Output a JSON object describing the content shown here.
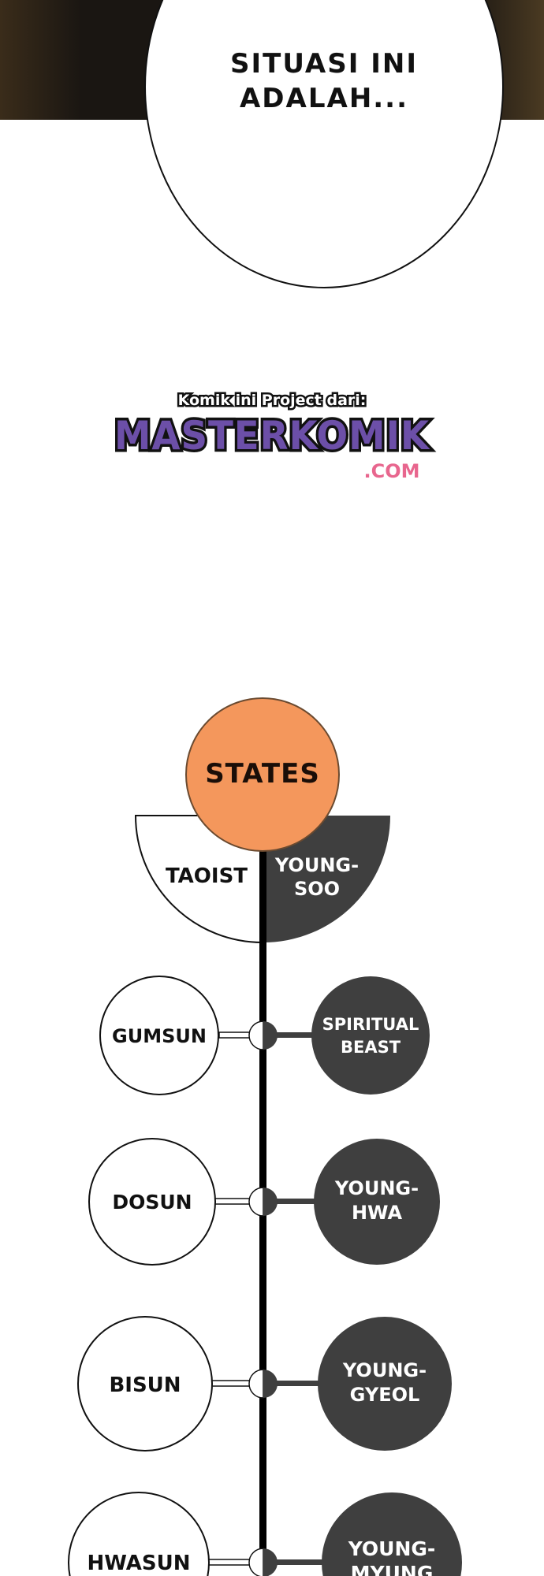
{
  "speech_bubble": {
    "line1": "SITUASI INI",
    "line2": "ADALAH..."
  },
  "watermark": {
    "tagline": "Komik ini Project dari:",
    "brand": "MASTERKOMIK",
    "suffix": ".COM"
  },
  "diagram": {
    "root": "STATES",
    "left_half": "TAOIST",
    "right_half": {
      "line1": "YOUNG-",
      "line2": "SOO"
    },
    "rows": [
      {
        "left": "GUMSUN",
        "right1": "SPIRITUAL",
        "right2": "BEAST"
      },
      {
        "left": "DOSUN",
        "right1": "YOUNG-",
        "right2": "HWA"
      },
      {
        "left": "BISUN",
        "right1": "YOUNG-",
        "right2": "GYEOL"
      },
      {
        "left": "HWASUN",
        "right1": "YOUNG-",
        "right2": "MYUNG"
      }
    ]
  },
  "colors": {
    "orange": "#f4975c",
    "dark": "#3f3f3f",
    "purple": "#6c4fa8",
    "pink": "#e8668e"
  }
}
